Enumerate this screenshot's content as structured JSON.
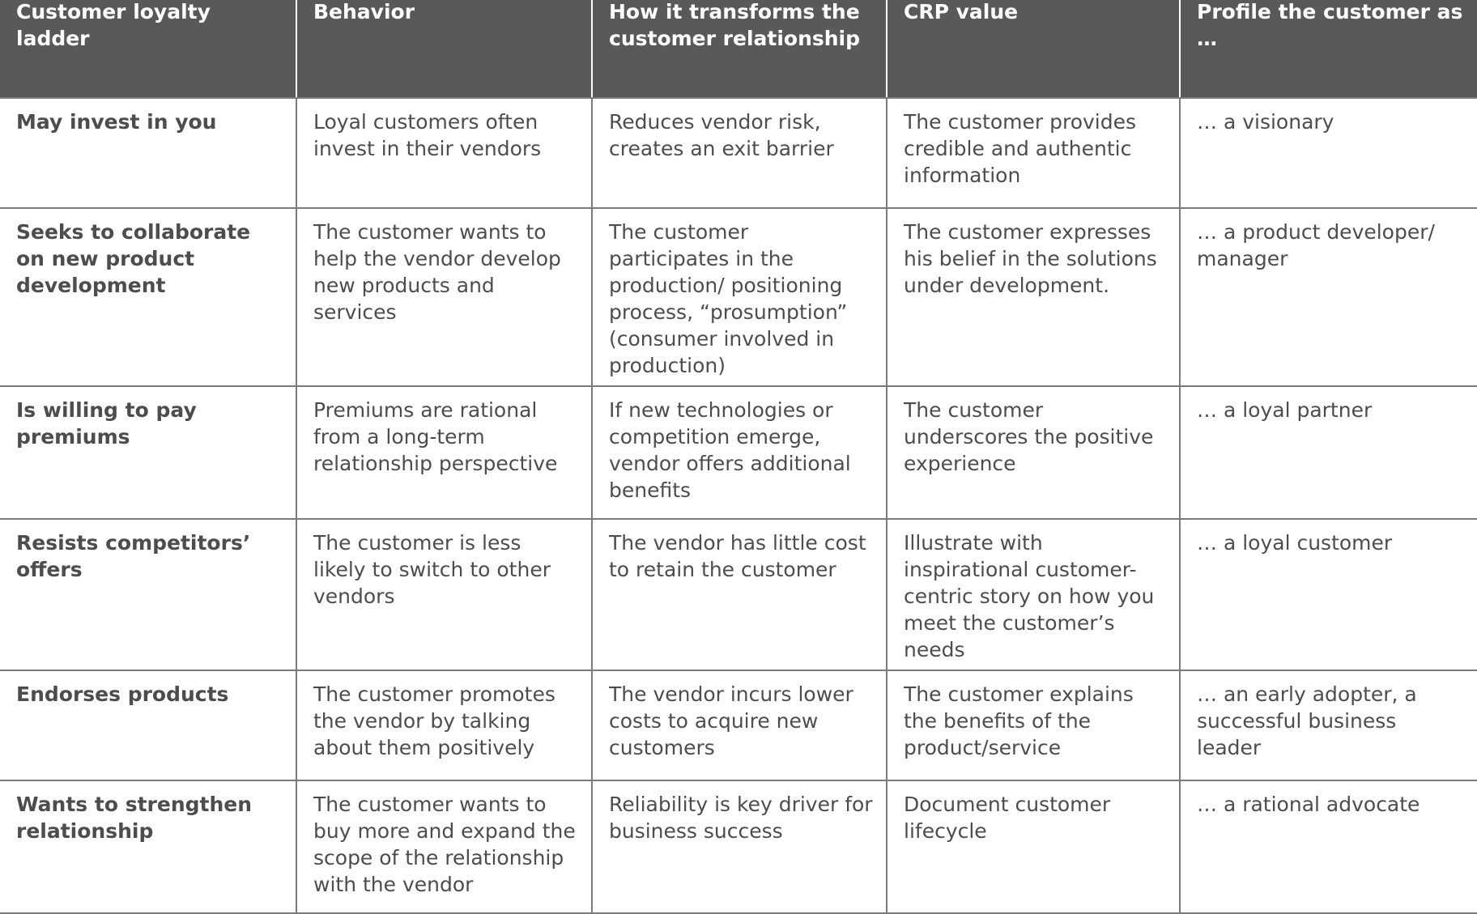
{
  "table": {
    "headers": [
      "Customer loyalty ladder",
      "Behavior",
      "How it transforms the customer relationship",
      "CRP value",
      "Profile the customer as …"
    ],
    "rows": [
      {
        "ladder": "May invest in you",
        "behavior": "Loyal customers often invest in their vendors",
        "transforms": "Reduces vendor risk, creates an exit barrier",
        "crp_value": "The customer provides credible and authentic information",
        "profile": "… a visionary"
      },
      {
        "ladder": "Seeks to collaborate on new product development",
        "behavior": "The customer wants to help the vendor develop new products and services",
        "transforms": "The customer participates in the production/ positioning process, “prosumption” (consumer involved in production)",
        "crp_value": "The customer expresses his belief in the solutions under development.",
        "profile": "… a product developer/ manager"
      },
      {
        "ladder": "Is willing to pay premiums",
        "behavior": "Premiums are rational from a long-term relationship perspective",
        "transforms": "If new technologies or competition emerge, vendor offers additional benefits",
        "crp_value": "The customer underscores the positive experience",
        "profile": "… a loyal partner"
      },
      {
        "ladder": "Resists competitors’ offers",
        "behavior": "The customer is less likely to switch to other vendors",
        "transforms": "The vendor has little cost to retain the customer",
        "crp_value": "Illustrate with inspirational customer-centric story on how you meet the customer’s needs",
        "profile": "… a loyal customer"
      },
      {
        "ladder": "Endorses products",
        "behavior": "The customer promotes the vendor by talking about them positively",
        "transforms": "The vendor incurs lower costs to acquire new customers",
        "crp_value": "The customer explains the benefits of the product/service",
        "profile": "… an early adopter, a successful business leader"
      },
      {
        "ladder": "Wants to strengthen relationship",
        "behavior": "The customer wants to buy more and expand the scope of the relationship with the vendor",
        "transforms": "Reliability is key driver for business success",
        "crp_value": "Document customer lifecycle",
        "profile": "… a rational advocate"
      }
    ]
  }
}
